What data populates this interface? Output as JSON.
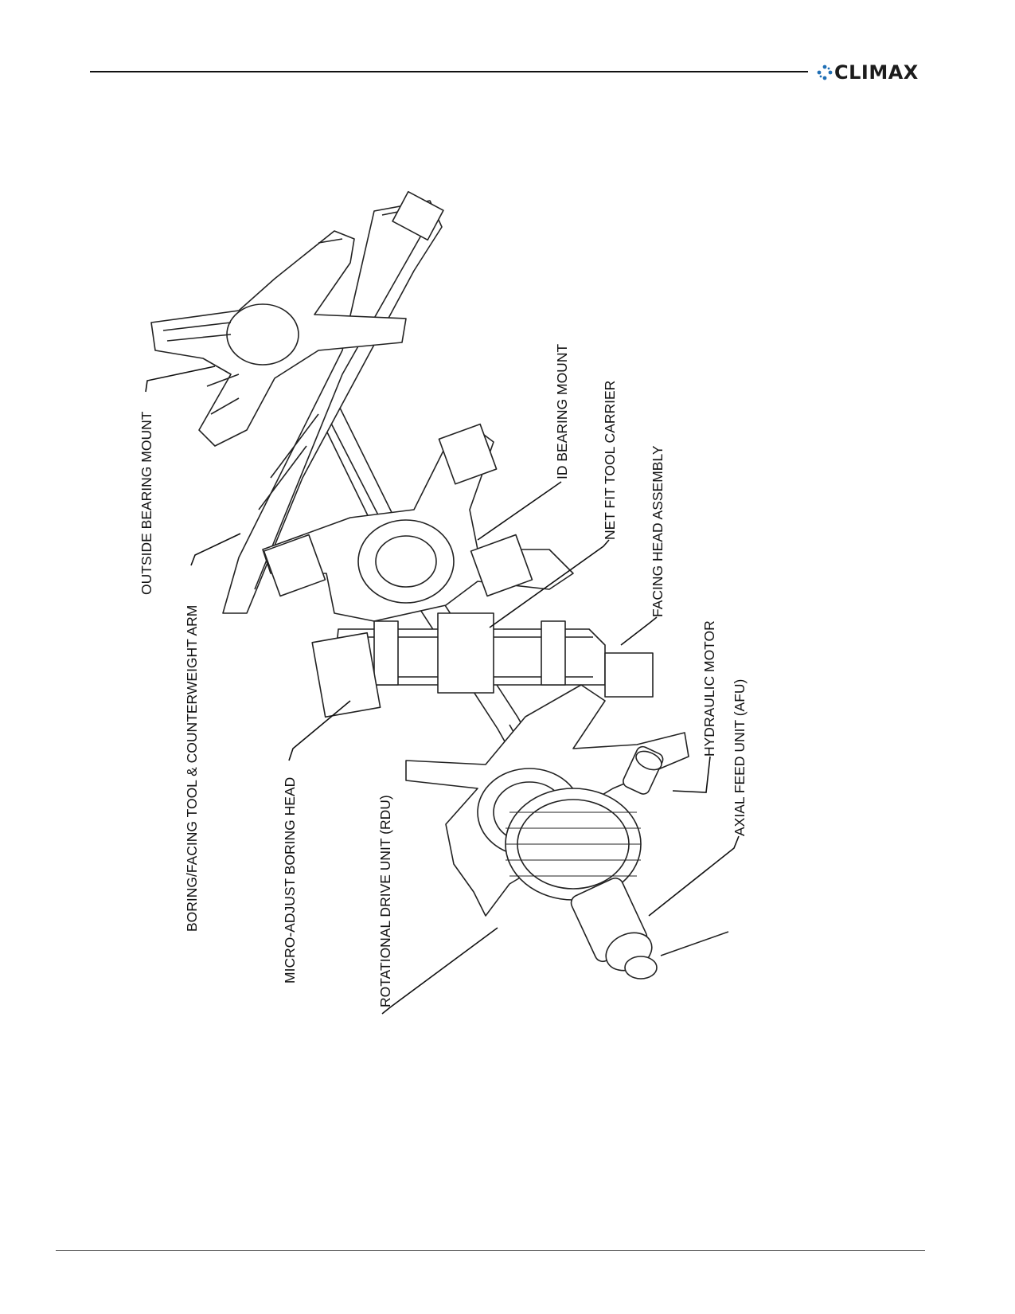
{
  "header": {
    "logo_text": "CLIMAX"
  },
  "diagram": {
    "labels": {
      "outside_bearing_mount": "OUTSIDE BEARING MOUNT",
      "boring_facing_tool": "BORING/FACING TOOL & COUNTERWEIGHT ARM",
      "micro_adjust_boring_head": "MICRO-ADJUST BORING HEAD",
      "rotational_drive_unit": "ROTATIONAL DRIVE UNIT (RDU)",
      "id_bearing_mount": "ID BEARING MOUNT",
      "net_fit_tool_carrier": "NET FIT TOOL CARRIER",
      "facing_head_assembly": "FACING HEAD ASSEMBLY",
      "hydraulic_motor": "HYDRAULIC MOTOR",
      "axial_feed_unit": "AXIAL FEED UNIT (AFU)"
    }
  },
  "colors": {
    "ink": "#111111",
    "logo_blue": "#1f6fb5"
  }
}
